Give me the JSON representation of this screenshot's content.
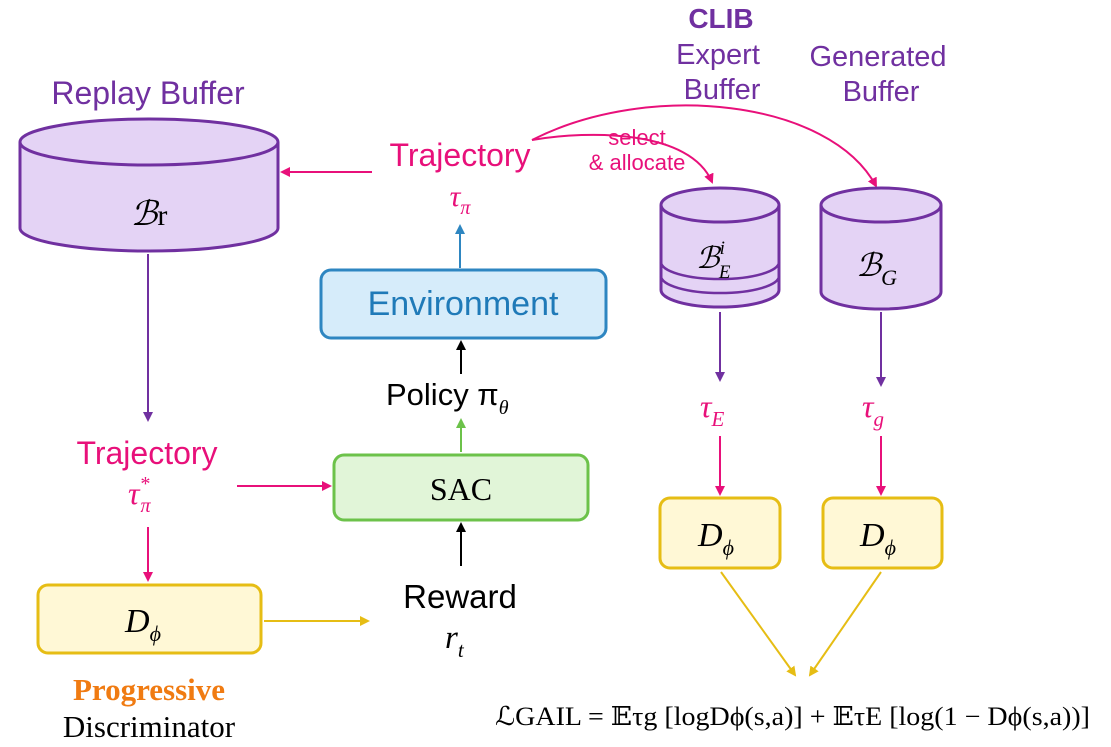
{
  "colors": {
    "purple": "#7030a0",
    "purple_fill": "#e4d3f5",
    "pink": "#e8107a",
    "blue_stroke": "#2e86c1",
    "blue_fill": "#d6ecfa",
    "green_stroke": "#6cc24a",
    "green_fill": "#e1f5d8",
    "yellow_stroke": "#e6bd14",
    "yellow_fill": "#fff8d6",
    "orange": "#f07b12",
    "env_text": "#1f7ab8",
    "black": "#000000"
  },
  "labels": {
    "replay_buffer_title": "Replay Buffer",
    "replay_buffer_symbol": "ℬ",
    "replay_buffer_sub": "r",
    "trajectory_top": "Trajectory",
    "tau_pi_top": "τ",
    "tau_pi_top_sub": "π",
    "clib": "CLIB",
    "expert_buffer_l1": "Expert",
    "expert_buffer_l2": "Buffer",
    "generated_buffer_l1": "Generated",
    "generated_buffer_l2": "Buffer",
    "select_l1": "select",
    "select_l2": "& allocate",
    "expert_symbol": "ℬ",
    "expert_sup": "i",
    "expert_sub": "E",
    "generated_symbol": "ℬ",
    "generated_sub": "G",
    "environment": "Environment",
    "policy": "Policy π",
    "policy_sub": "θ",
    "sac": "SAC",
    "reward": "Reward",
    "reward_r": "r",
    "reward_sub": "t",
    "trajectory_left": "Trajectory",
    "tau_star": "τ",
    "tau_star_sup": "*",
    "tau_star_sub": "π",
    "tau_e": "τ",
    "tau_e_sub": "E",
    "tau_g": "τ",
    "tau_g_sub": "g",
    "d_phi": "D",
    "d_phi_sub": "ϕ",
    "progressive": "Progressive",
    "discriminator": "Discriminator",
    "loss_formula": "ℒGAIL = 𝔼τg [logDϕ(s,a)] + 𝔼τE [log(1 − Dϕ(s,a))]"
  }
}
